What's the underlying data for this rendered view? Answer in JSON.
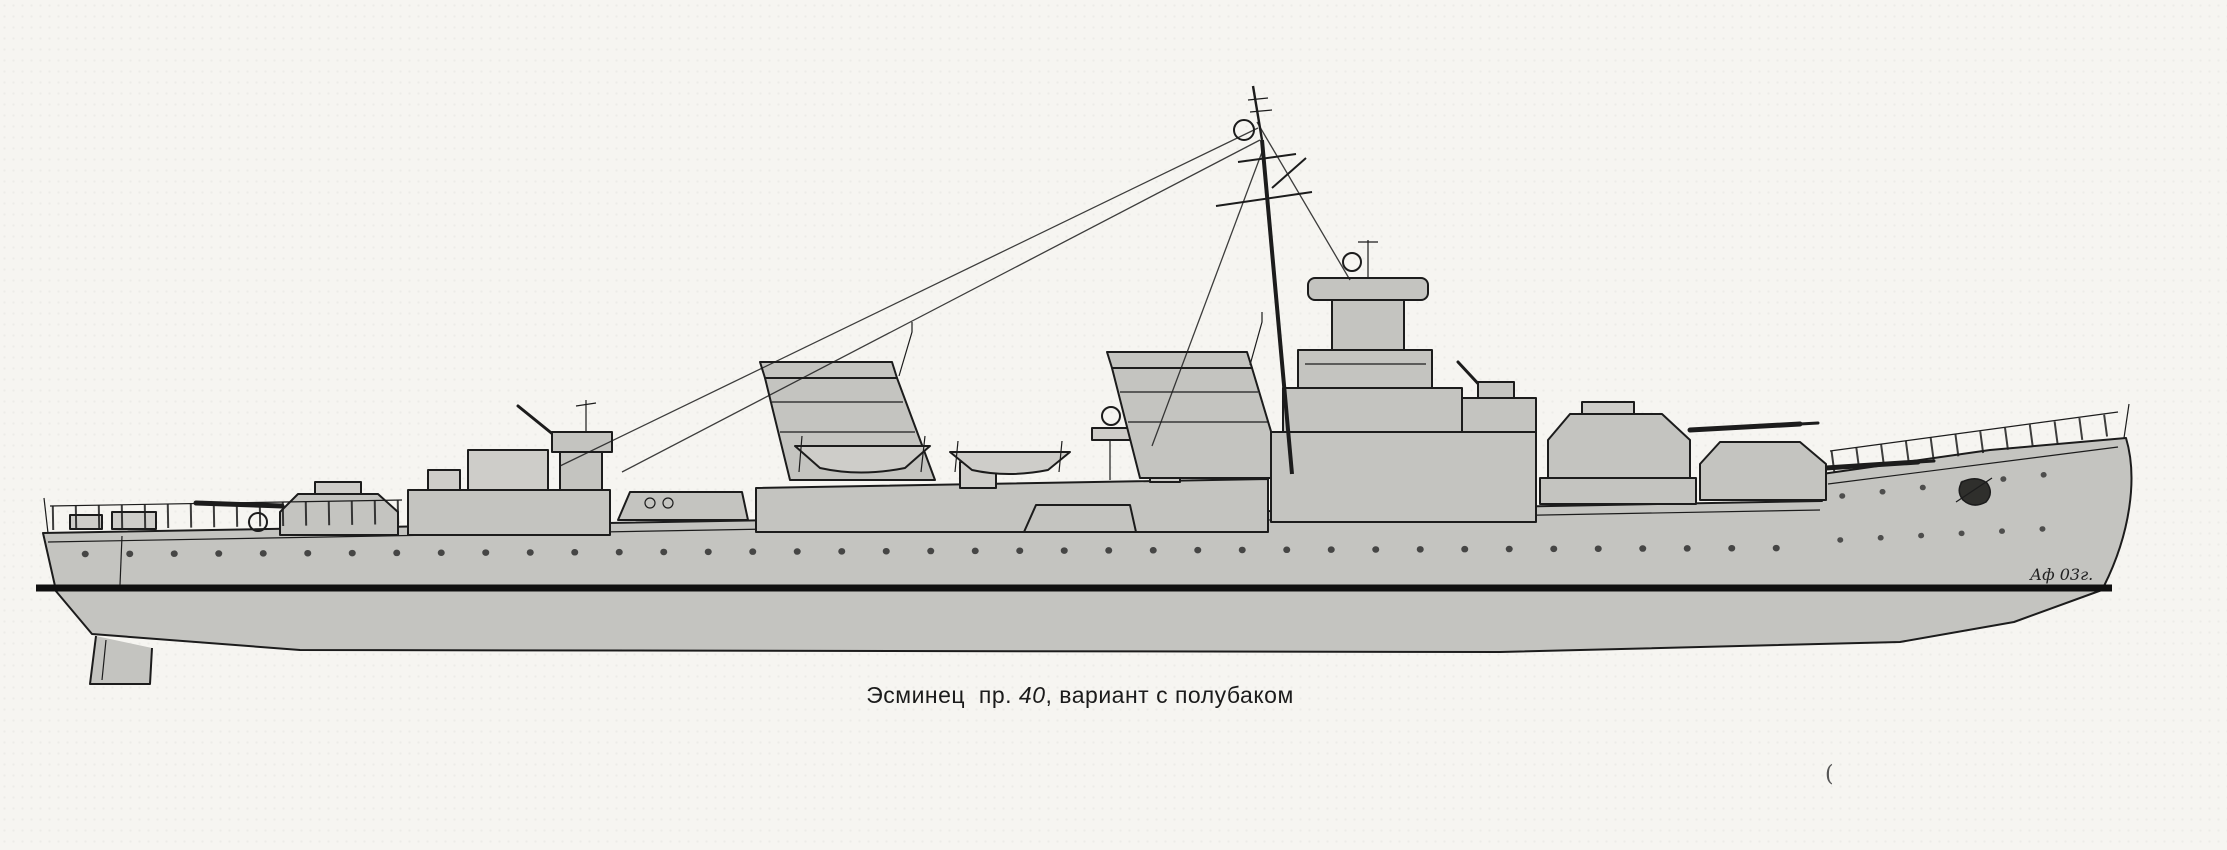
{
  "caption": {
    "part1": "Эсминец  пр. ",
    "number": "40",
    "part2": ", вариант с полубаком"
  },
  "signature": "Аф 03г.",
  "stray_mark": "(",
  "colors": {
    "paper": "#f6f5f1",
    "hull_fill": "#c4c4c0",
    "hull_light": "#cecdc9",
    "line": "#1c1c1c",
    "waterline": "#101010"
  }
}
